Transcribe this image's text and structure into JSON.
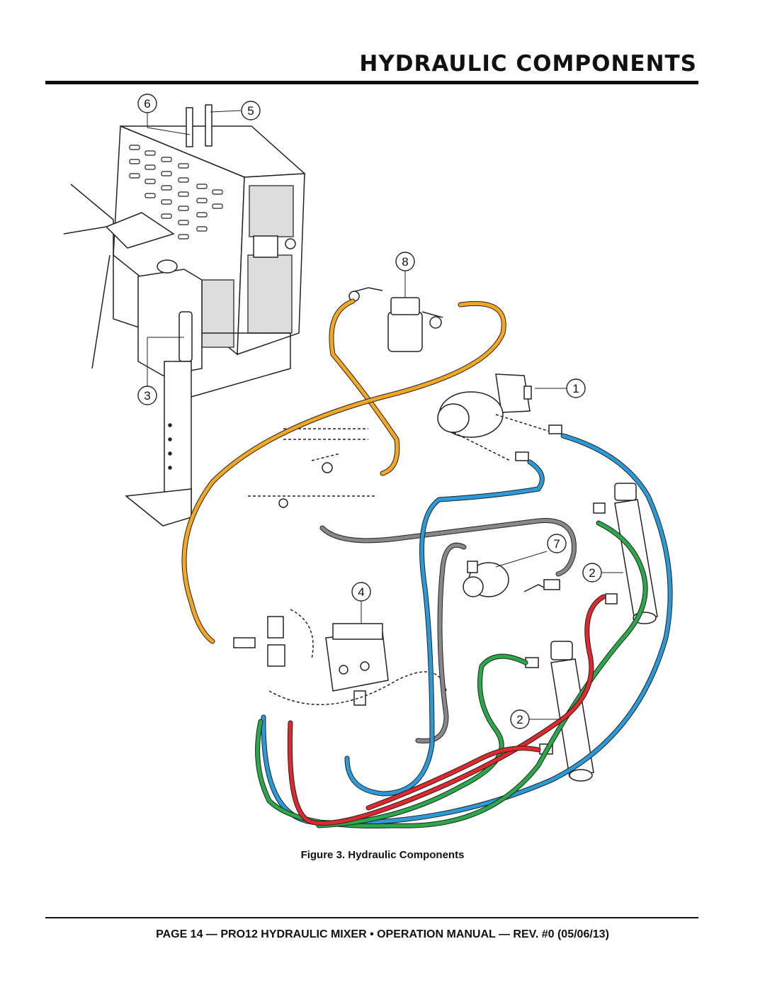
{
  "header": {
    "title": "HYDRAULIC COMPONENTS"
  },
  "figure": {
    "caption": "Figure 3. Hydraulic Components",
    "callouts": [
      {
        "id": "6",
        "label": "6"
      },
      {
        "id": "5",
        "label": "5"
      },
      {
        "id": "8",
        "label": "8"
      },
      {
        "id": "3",
        "label": "3"
      },
      {
        "id": "1",
        "label": "1"
      },
      {
        "id": "7",
        "label": "7"
      },
      {
        "id": "4",
        "label": "4"
      },
      {
        "id": "2a",
        "label": "2"
      },
      {
        "id": "2b",
        "label": "2"
      }
    ],
    "hose_colors": {
      "orange": "#F5A623",
      "blue": "#2A9AD8",
      "gray": "#888888",
      "green": "#2BA84A",
      "red": "#E0282E"
    }
  },
  "footer": {
    "text": "PAGE 14 — PRO12 HYDRAULIC MIXER • OPERATION MANUAL — REV. #0 (05/06/13)"
  }
}
